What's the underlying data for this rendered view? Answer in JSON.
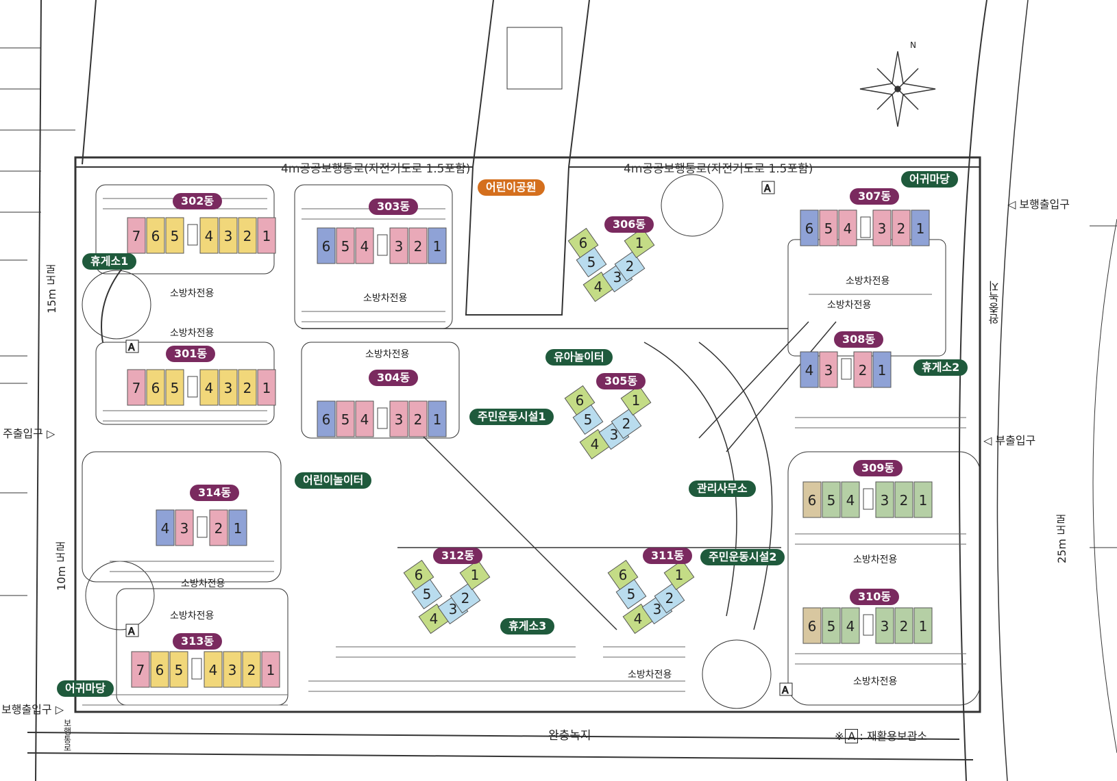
{
  "road_labels": {
    "road_15m": "15m 도로",
    "road_10m": "10m 도로",
    "road_25m": "25m 도로",
    "walkway_top_left": "4m공공보행통로(자전거도로 1.5포함)",
    "walkway_top_right": "4m공공보행통로(자전거도로 1.5포함)",
    "buffer_green_bottom": "완충녹지",
    "buffer_green_right": "완충녹지",
    "walk_road_left": "보행통로",
    "north": "N"
  },
  "entrances": {
    "main": "주출입구",
    "sub": "부출입구",
    "pedestrian_left": "보행출입구",
    "pedestrian_right": "보행출입구"
  },
  "buildings": [
    {
      "id": "302동",
      "units": [
        "7",
        "6",
        "5",
        "4",
        "3",
        "2",
        "1"
      ]
    },
    {
      "id": "303동",
      "units": [
        "6",
        "5",
        "4",
        "3",
        "2",
        "1"
      ]
    },
    {
      "id": "301동",
      "units": [
        "7",
        "6",
        "5",
        "4",
        "3",
        "2",
        "1"
      ]
    },
    {
      "id": "304동",
      "units": [
        "6",
        "5",
        "4",
        "3",
        "2",
        "1"
      ]
    },
    {
      "id": "306동",
      "units": [
        "6",
        "5",
        "4",
        "3",
        "2",
        "1"
      ]
    },
    {
      "id": "305동",
      "units": [
        "6",
        "5",
        "4",
        "3",
        "2",
        "1"
      ]
    },
    {
      "id": "307동",
      "units": [
        "6",
        "5",
        "4",
        "3",
        "2",
        "1"
      ]
    },
    {
      "id": "308동",
      "units": [
        "4",
        "3",
        "2",
        "1"
      ]
    },
    {
      "id": "309동",
      "units": [
        "6",
        "5",
        "4",
        "3",
        "2",
        "1"
      ]
    },
    {
      "id": "310동",
      "units": [
        "6",
        "5",
        "4",
        "3",
        "2",
        "1"
      ]
    },
    {
      "id": "314동",
      "units": [
        "4",
        "3",
        "2",
        "1"
      ]
    },
    {
      "id": "313동",
      "units": [
        "7",
        "6",
        "5",
        "4",
        "3",
        "2",
        "1"
      ]
    },
    {
      "id": "312동",
      "units": [
        "6",
        "5",
        "4",
        "3",
        "2",
        "1"
      ]
    },
    {
      "id": "311동",
      "units": [
        "6",
        "5",
        "4",
        "3",
        "2",
        "1"
      ]
    }
  ],
  "facilities": {
    "park": "어린이공원",
    "rest1": "휴게소1",
    "rest2": "휴게소2",
    "rest3": "휴게소3",
    "plaza_top": "어귀마당",
    "plaza_bottom": "어귀마당",
    "infant_play": "유아놀이터",
    "kids_play": "어린이놀이터",
    "sports1": "주민운동시설1",
    "sports2": "주민운동시설2",
    "office": "관리사무소"
  },
  "fire_lane_label": "소방차전용",
  "legend": {
    "prefix": "※",
    "symbol": "A",
    "text": ": 재활용보관소"
  },
  "colors": {
    "pink": "#e9a9b8",
    "yellow": "#f1d77a",
    "blue": "#8fa2d6",
    "green": "#c4dc86",
    "lightblue": "#b9dcee",
    "beige": "#d8c7a0",
    "sage": "#b5cfa5",
    "dong_label": "#7a2a5f",
    "facility_label": "#1f5a3c",
    "park_label": "#d46f1d"
  }
}
